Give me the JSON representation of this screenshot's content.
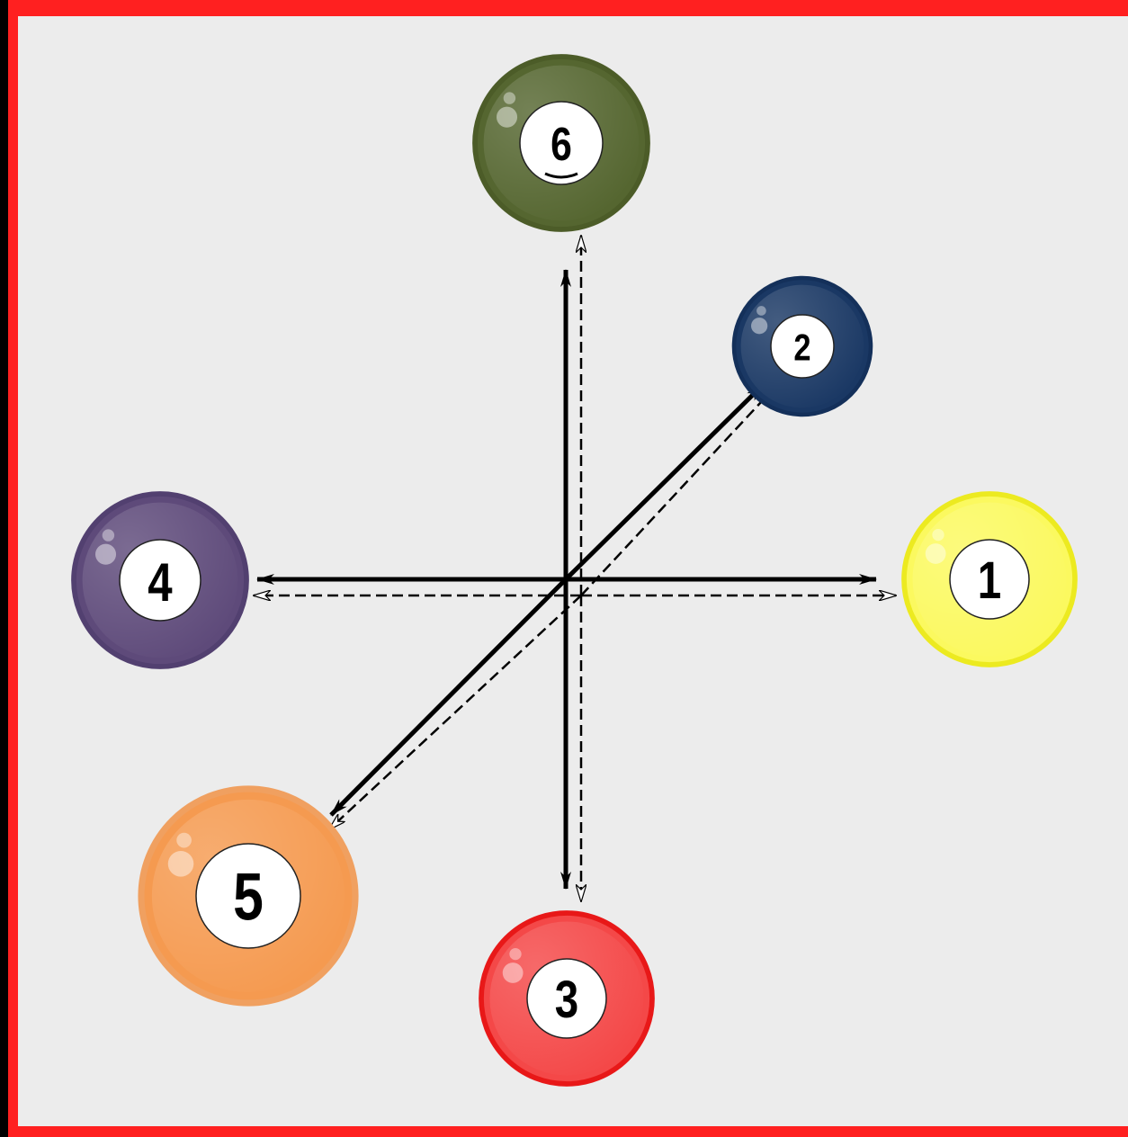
{
  "diagram": {
    "frame_color": "#ff2020",
    "background_color": "#ececec",
    "arrow_color": "#000000",
    "balls": [
      {
        "id": "ball-1",
        "number": "1",
        "color": "#fbf95f",
        "rim": "#ecea20"
      },
      {
        "id": "ball-2",
        "number": "2",
        "color": "#1a3864",
        "rim": "#14305a"
      },
      {
        "id": "ball-3",
        "number": "3",
        "color": "#f44848",
        "rim": "#e81818"
      },
      {
        "id": "ball-4",
        "number": "4",
        "color": "#5e4a7a",
        "rim": "#524070"
      },
      {
        "id": "ball-5",
        "number": "5",
        "color": "#f59a50",
        "rim": "#f0a060"
      },
      {
        "id": "ball-6",
        "number": "6",
        "color": "#556630",
        "rim": "#4c5c28"
      }
    ]
  }
}
